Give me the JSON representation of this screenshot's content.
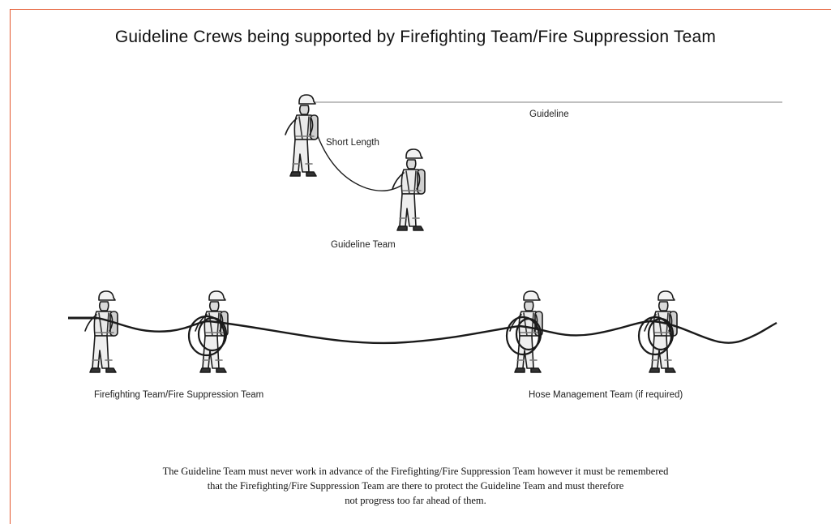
{
  "title": "Guideline Crews being supported by Firefighting Team/Fire Suppression Team",
  "labels": {
    "guideline": "Guideline",
    "short_length": "Short Length",
    "guideline_team": "Guideline Team",
    "firefighting_team": "Firefighting Team/Fire Suppression Team",
    "hose_management_team": "Hose Management Team (if required)"
  },
  "caption": {
    "line1": "The Guideline Team must never work in advance of the Firefighting/Fire Suppression Team however it must be remembered",
    "line2": "that the Firefighting/Fire Suppression Team are there to protect the Guideline Team and must therefore",
    "line3": "not progress too far ahead of them."
  },
  "colors": {
    "frame": "#e4572e",
    "line": "#1a1a1a",
    "guideline": "#9a9a9a"
  }
}
